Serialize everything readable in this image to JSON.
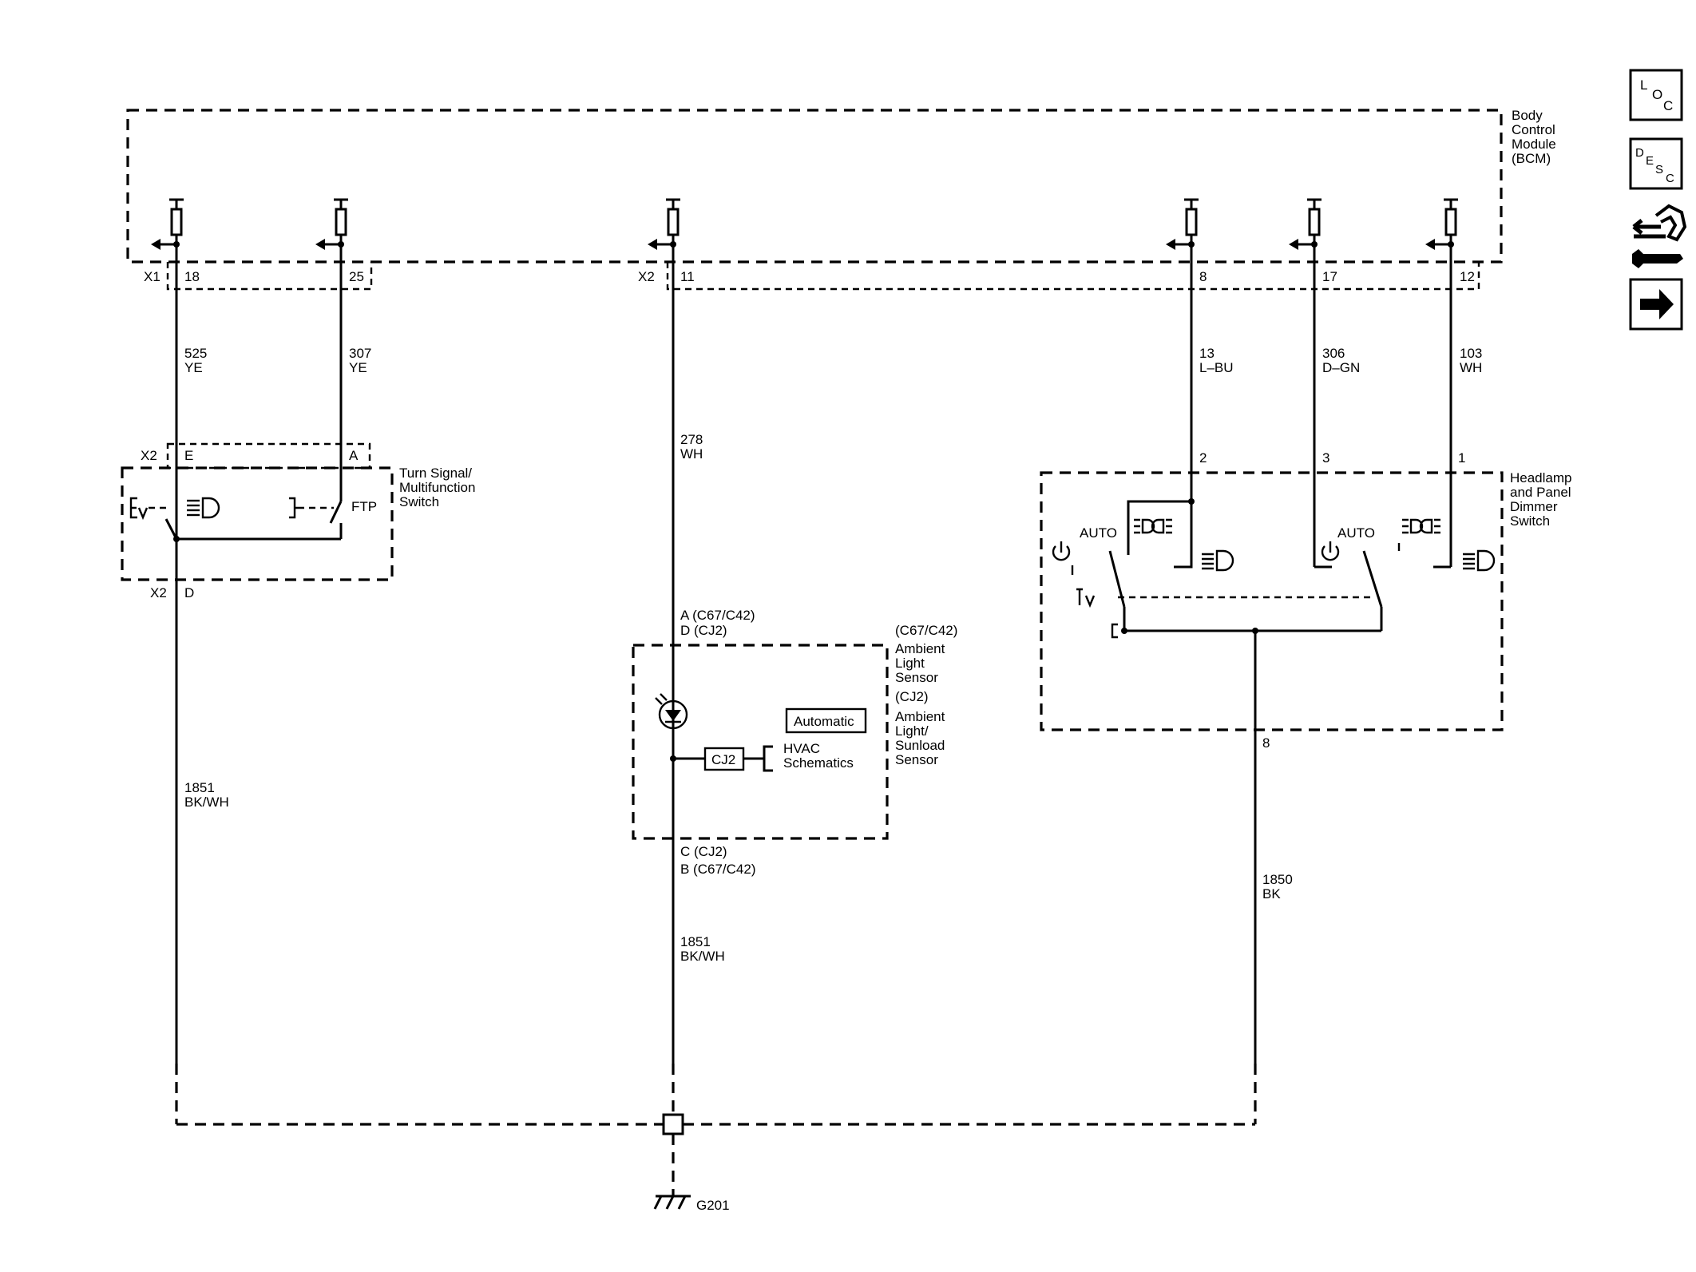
{
  "modules": {
    "bcm": {
      "title_lines": [
        "Body",
        "Control",
        "Module",
        "(BCM)"
      ],
      "connectors": [
        {
          "conn": "X1",
          "pin": "18",
          "circuit": "525",
          "color": "YE"
        },
        {
          "conn": "",
          "pin": "25",
          "circuit": "307",
          "color": "YE"
        },
        {
          "conn": "X2",
          "pin": "11",
          "circuit": "278",
          "color": "WH"
        },
        {
          "conn": "",
          "pin": "8",
          "circuit": "13",
          "color": "L–BU"
        },
        {
          "conn": "",
          "pin": "17",
          "circuit": "306",
          "color": "D–GN"
        },
        {
          "conn": "",
          "pin": "12",
          "circuit": "103",
          "color": "WH"
        }
      ]
    },
    "turn_signal": {
      "title_lines": [
        "Turn Signal/",
        "Multifunction",
        "Switch"
      ],
      "top_conn": "X2",
      "pin_e": "E",
      "pin_a": "A",
      "ftp": "FTP",
      "bottom_conn": "X2",
      "pin_d": "D"
    },
    "ambient": {
      "top_pin_1": "A (C67/C42)",
      "top_pin_2": "D (CJ2)",
      "title_lines": [
        "(C67/C42)",
        "Ambient",
        "Light",
        "Sensor",
        "(CJ2)",
        "Ambient",
        "Light/",
        "Sunload",
        "Sensor"
      ],
      "automatic": "Automatic",
      "cj2": "CJ2",
      "hvac_lines": [
        "HVAC",
        "Schematics"
      ],
      "bottom_pin_1": "C (CJ2)",
      "bottom_pin_2": "B (C67/C42)"
    },
    "headlamp": {
      "title_lines": [
        "Headlamp",
        "and Panel",
        "Dimmer",
        "Switch"
      ],
      "pins": [
        "2",
        "3",
        "1"
      ],
      "auto_1": "AUTO",
      "auto_2": "AUTO",
      "bottom_pin": "8"
    }
  },
  "wires": {
    "left_ground": {
      "circuit": "1851",
      "color": "BK/WH"
    },
    "mid_ground": {
      "circuit": "1851",
      "color": "BK/WH"
    },
    "right_ground": {
      "circuit": "1850",
      "color": "BK"
    }
  },
  "ground": {
    "label": "G201"
  },
  "nav": {
    "loc": [
      "L",
      "O",
      "C"
    ],
    "desc": [
      "D",
      "E",
      "S",
      "C"
    ],
    "icons": [
      "connector-end-view-icon",
      "next-arrow-icon"
    ]
  }
}
